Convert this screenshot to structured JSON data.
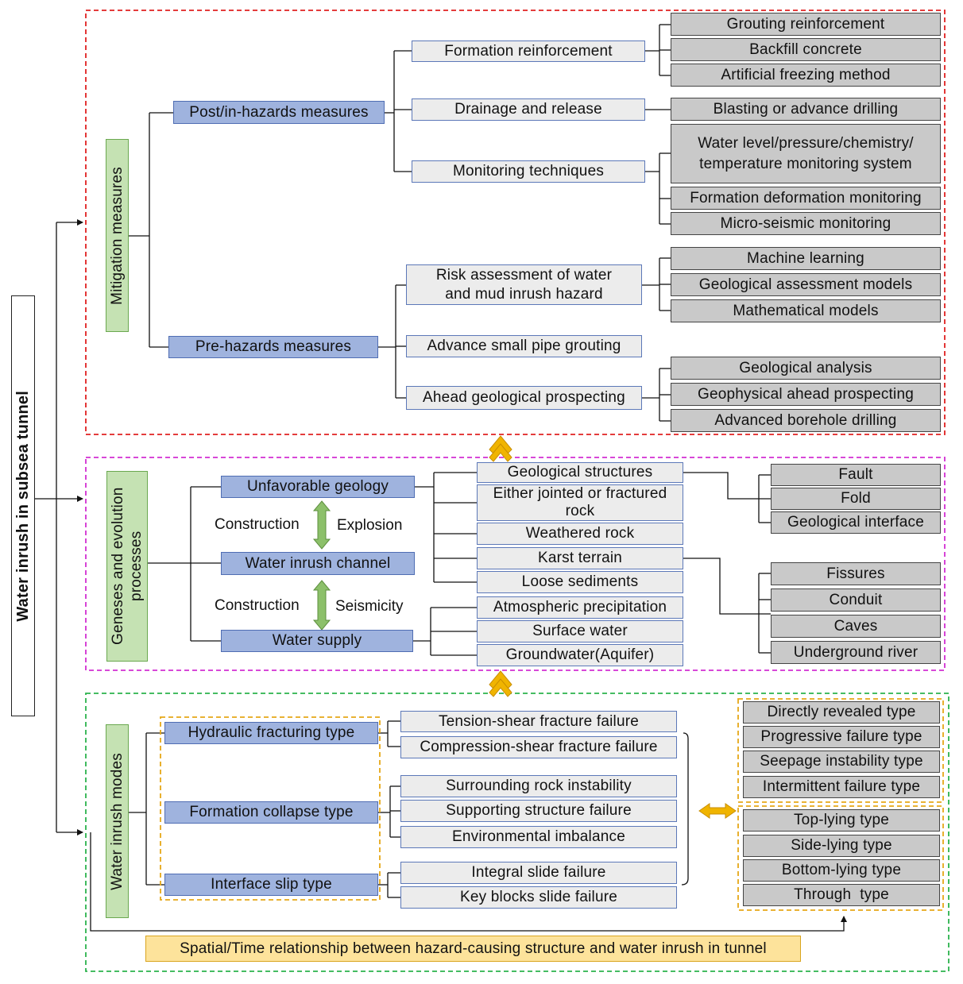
{
  "root": "Water inrush in subsea tunnel",
  "mitigation": {
    "title": "Mitigation measures",
    "post": {
      "label": "Post/in-hazards measures",
      "formation": "Formation reinforcement",
      "formation_items": [
        "Grouting reinforcement",
        "Backfill concrete",
        "Artificial freezing method"
      ],
      "drainage": "Drainage and release",
      "drainage_items": [
        "Blasting or advance drilling"
      ],
      "monitoring": "Monitoring techniques",
      "monitoring_items": [
        "Water level/pressure/chemistry/ temperature monitoring system",
        "Formation deformation monitoring",
        "Micro-seismic monitoring"
      ]
    },
    "pre": {
      "label": "Pre-hazards measures",
      "risk": "Risk assessment of water and mud inrush hazard",
      "risk_items": [
        "Machine learning",
        "Geological assessment models",
        "Mathematical models"
      ],
      "pipe": "Advance small pipe grouting",
      "ahead": "Ahead geological prospecting",
      "ahead_items": [
        "Geological analysis",
        "Geophysical ahead prospecting",
        "Advanced borehole drilling"
      ]
    }
  },
  "geneses": {
    "title": "Geneses and evolution processes",
    "geology": "Unfavorable geology",
    "channel": "Water inrush channel",
    "supply": "Water supply",
    "arrow1": {
      "left": "Construction",
      "right": "Explosion"
    },
    "arrow2": {
      "left": "Construction",
      "right": "Seismicity"
    },
    "geology_items": [
      "Geological structures",
      "Either jointed or fractured rock",
      "Weathered rock",
      "Karst terrain",
      "Loose sediments"
    ],
    "supply_items": [
      "Atmospheric precipitation",
      "Surface water",
      "Groundwater(Aquifer)"
    ],
    "structure_items": [
      "Fault",
      "Fold",
      "Geological interface"
    ],
    "karst_items": [
      "Fissures",
      "Conduit",
      "Caves",
      "Underground river"
    ]
  },
  "modes": {
    "title": "Water inrush modes",
    "hydraulic": "Hydraulic fracturing type",
    "hydraulic_items": [
      "Tension-shear fracture failure",
      "Compression-shear fracture failure"
    ],
    "collapse": "Formation collapse type",
    "collapse_items": [
      "Surrounding rock instability",
      "Supporting structure failure",
      "Environmental imbalance"
    ],
    "slip": "Interface slip type",
    "slip_items": [
      "Integral slide failure",
      "Key blocks slide failure"
    ],
    "time_types": [
      "Directly revealed type",
      "Progressive failure type",
      "Seepage instability type",
      "Intermittent failure type"
    ],
    "space_types": [
      "Top-lying type",
      "Side-lying type",
      "Bottom-lying type",
      "Through  type"
    ],
    "relationship": "Spatial/Time relationship between hazard-causing structure and water inrush in tunnel"
  },
  "colors": {
    "red_frame": "#e02020",
    "magenta_frame": "#d22fd2",
    "green_frame": "#2bb24c",
    "orange_frame": "#e6a817",
    "blue_box": "#9fb3de",
    "gray_box": "#c9c9c9",
    "green_box": "#c5e2b3",
    "arrow_green": "#8cc06a",
    "arrow_gold": "#f0b400"
  }
}
